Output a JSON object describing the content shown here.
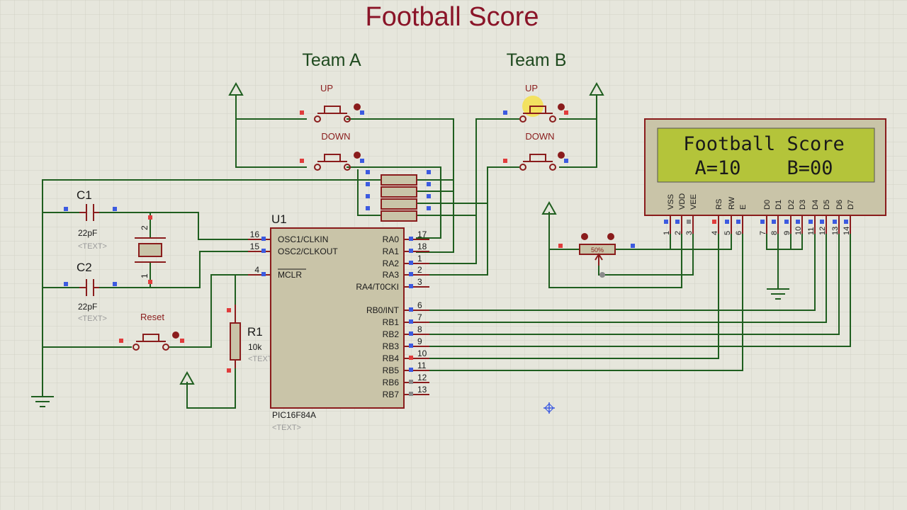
{
  "title": "Football Score",
  "teams": {
    "a": "Team A",
    "b": "Team B"
  },
  "buttons": {
    "up": "UP",
    "down": "DOWN",
    "reset": "Reset"
  },
  "components": {
    "c1": {
      "ref": "C1",
      "value": "22pF",
      "text": "<TEXT>"
    },
    "c2": {
      "ref": "C2",
      "value": "22pF",
      "text": "<TEXT>"
    },
    "r1": {
      "ref": "R1",
      "value": "10k",
      "text": "<TEXT>"
    },
    "u1": {
      "ref": "U1",
      "part": "PIC16F84A",
      "text": "<TEXT>"
    },
    "crystal": {
      "pin_top": "2",
      "pin_bottom": "1"
    },
    "pot": {
      "value": "50%"
    }
  },
  "mcu_pins": {
    "left": [
      {
        "num": "16",
        "name": "OSC1/CLKIN"
      },
      {
        "num": "15",
        "name": "OSC2/CLKOUT"
      },
      {
        "num": "4",
        "name": "MCLR"
      }
    ],
    "right": [
      {
        "num": "17",
        "name": "RA0"
      },
      {
        "num": "18",
        "name": "RA1"
      },
      {
        "num": "1",
        "name": "RA2"
      },
      {
        "num": "2",
        "name": "RA3"
      },
      {
        "num": "3",
        "name": "RA4/T0CKI"
      },
      {
        "num": "6",
        "name": "RB0/INT"
      },
      {
        "num": "7",
        "name": "RB1"
      },
      {
        "num": "8",
        "name": "RB2"
      },
      {
        "num": "9",
        "name": "RB3"
      },
      {
        "num": "10",
        "name": "RB4"
      },
      {
        "num": "11",
        "name": "RB5"
      },
      {
        "num": "12",
        "name": "RB6"
      },
      {
        "num": "13",
        "name": "RB7"
      }
    ]
  },
  "lcd": {
    "line1": "Football Score",
    "line2": "A=10    B=00",
    "pins": [
      {
        "num": "1",
        "name": "VSS"
      },
      {
        "num": "2",
        "name": "VDD"
      },
      {
        "num": "3",
        "name": "VEE"
      },
      {
        "num": "4",
        "name": "RS"
      },
      {
        "num": "5",
        "name": "RW"
      },
      {
        "num": "6",
        "name": "E"
      },
      {
        "num": "7",
        "name": "D0"
      },
      {
        "num": "8",
        "name": "D1"
      },
      {
        "num": "9",
        "name": "D2"
      },
      {
        "num": "10",
        "name": "D3"
      },
      {
        "num": "11",
        "name": "D4"
      },
      {
        "num": "12",
        "name": "D5"
      },
      {
        "num": "13",
        "name": "D6"
      },
      {
        "num": "14",
        "name": "D7"
      }
    ]
  },
  "colors": {
    "wire": "#1f5e1f",
    "component": "#8a1c1c",
    "lcd_bg": "#b4c43a",
    "grid": "#d2d2c6"
  },
  "icons": [
    "power-arrow-icon",
    "ground-icon",
    "cursor-crosshair-icon"
  ]
}
